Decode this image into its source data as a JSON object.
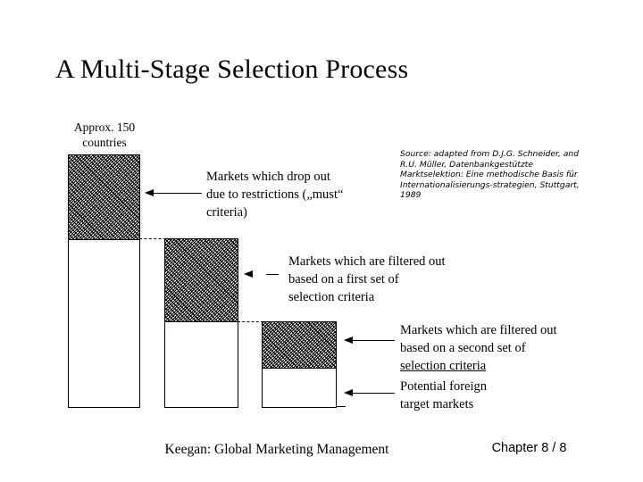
{
  "slide": {
    "title": "A Multi-Stage Selection Process",
    "background_color": "#ffffff",
    "ink_color": "#000000"
  },
  "diagram": {
    "top_caption": "Approx. 150 countries",
    "stages": [
      {
        "id": "stage-1",
        "caption_line_1": "Markets which drop out",
        "caption_line_2": "due to restrictions („must“",
        "caption_line_3": "criteria)",
        "caption_full": "Markets which drop out due to restrictions („must“ criteria)"
      },
      {
        "id": "stage-2",
        "caption_line_1": "Markets which are filtered out",
        "caption_line_2": "based on a first set of",
        "caption_line_3": "selection criteria",
        "caption_full": "Markets which are filtered out based on a first set of selection criteria"
      },
      {
        "id": "stage-3",
        "caption_line_1": "Markets which are filtered out",
        "caption_line_2": "based on a second set of",
        "caption_line_3": "selection criteria",
        "caption_line_3_underlined": true,
        "caption_full": "Markets which are filtered out based on a second set of selection criteria"
      },
      {
        "id": "stage-4",
        "caption_line_1": "Potential foreign",
        "caption_line_2": "target markets",
        "caption_full": "Potential foreign target markets"
      }
    ]
  },
  "source": {
    "line_1": "Source: adapted from D.J.G. Schneider, and",
    "line_2": "R.U. Müller, Datenbankgestützte",
    "line_3": "Marktselektion: Eine methodische Basis für",
    "line_4": "Internationalisierungs-strategien, Stuttgart,",
    "line_5": "1989",
    "full": "Source: adapted from D.J.G. Schneider, and R.U. Müller, Datenbankgestützte Marktselektion: Eine methodische Basis für Internationalisierungs-strategien, Stuttgart, 1989"
  },
  "footer": {
    "book": "Keegan: Global Marketing Management",
    "chapter": "Chapter 8 / 8"
  }
}
